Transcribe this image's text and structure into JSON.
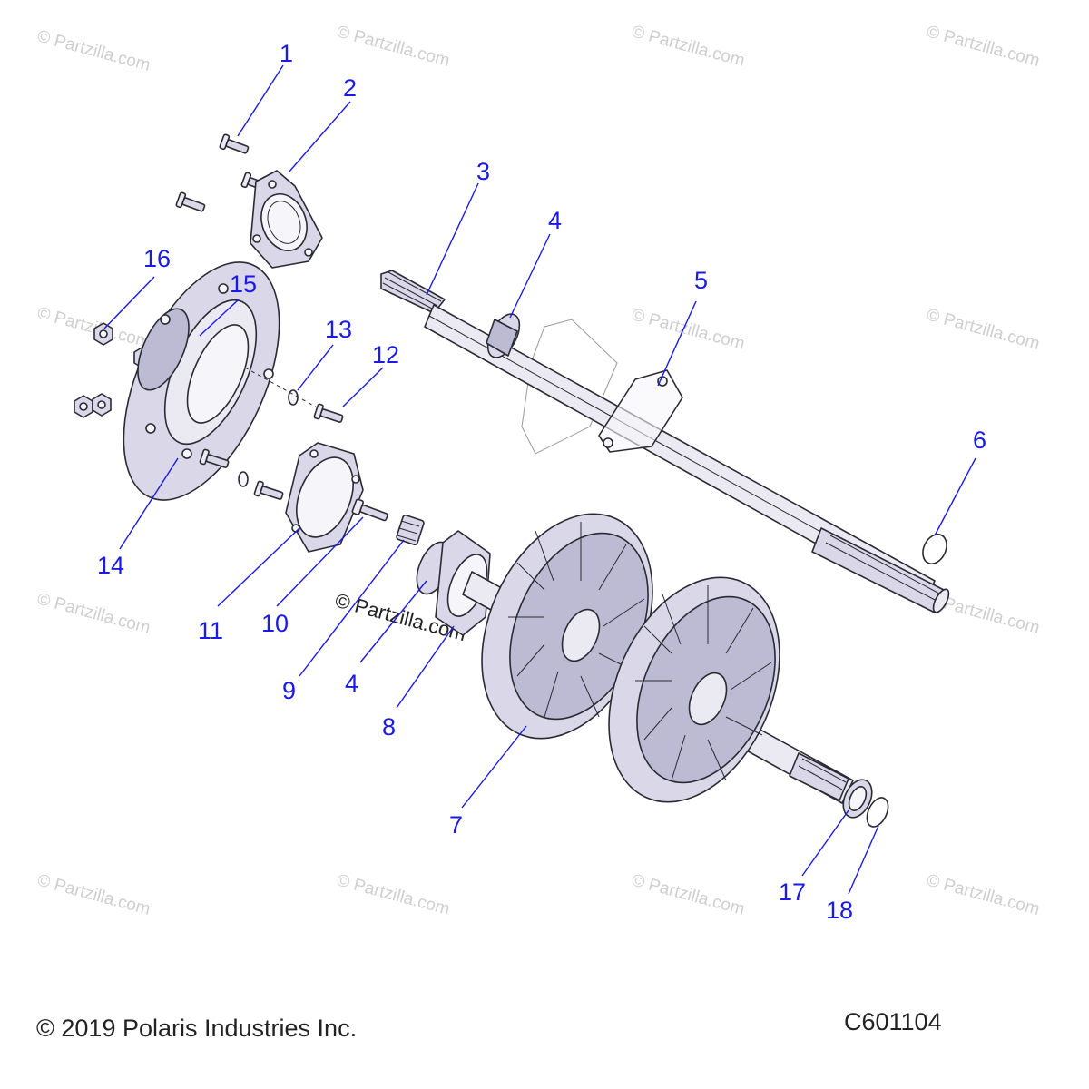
{
  "watermark": {
    "text": "© Partzilla.com"
  },
  "footer": {
    "copyright": "© 2019 Polaris Industries Inc.",
    "diagram_code": "C601104"
  },
  "callouts": [
    "1",
    "2",
    "3",
    "4",
    "5",
    "6",
    "7",
    "8",
    "9",
    "10",
    "11",
    "12",
    "13",
    "14",
    "15",
    "16",
    "17",
    "18"
  ],
  "colors": {
    "callout": "#1a1ae6",
    "part_fill": "#d9d7e8",
    "outline": "#2a2a33",
    "watermark": "#cfcfcf"
  }
}
